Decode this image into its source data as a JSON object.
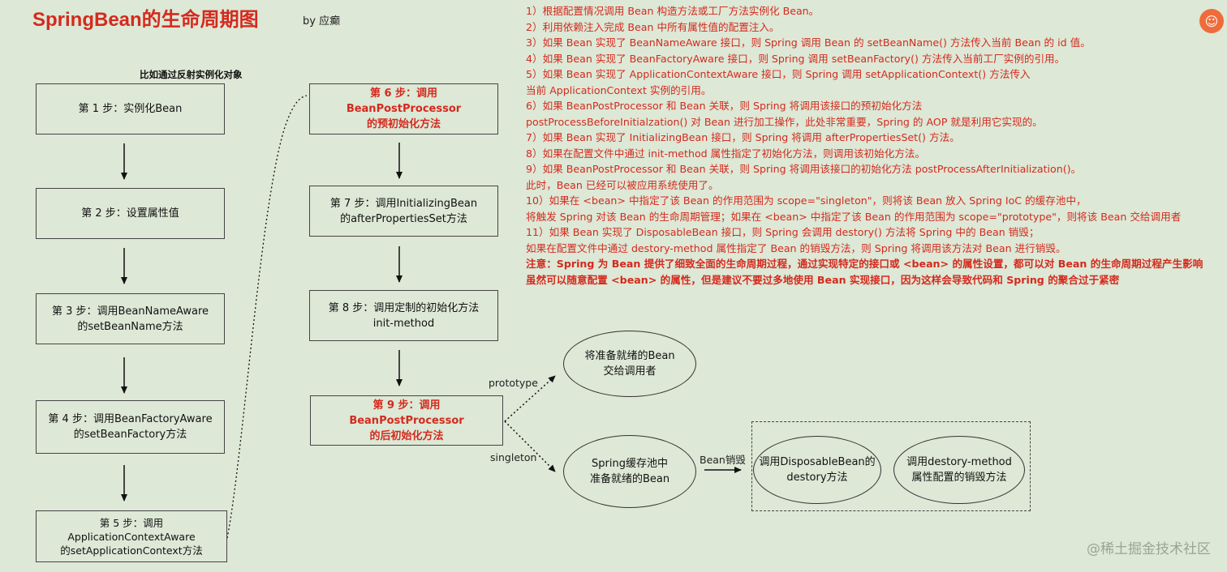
{
  "header": {
    "title": "SpringBean的生命周期图",
    "author": "by 应癫",
    "note": "比如通过反射实例化对象"
  },
  "boxes": {
    "step1": "第 1 步：实例化Bean",
    "step2": "第 2 步：设置属性值",
    "step3": "第 3 步：调用BeanNameAware\n的setBeanName方法",
    "step4": "第 4 步：调用BeanFactoryAware\n的setBeanFactory方法",
    "step5": "第 5 步：调用\nApplicationContextAware\n的setApplicationContext方法",
    "step6": "第 6 步：调用BeanPostProcessor\n的预初始化方法",
    "step7": "第 7 步：调用InitializingBean\n的afterPropertiesSet方法",
    "step8": "第 8 步：调用定制的初始化方法\ninit-method",
    "step9": "第 9 步：调用BeanPostProcessor\n的后初始化方法"
  },
  "ellipses": {
    "handover": "将准备就绪的Bean\n交给调用者",
    "cache": "Spring缓存池中\n准备就绪的Bean",
    "disposable": "调用DisposableBean的\ndestory方法",
    "destroy_method": "调用destory-method\n属性配置的销毁方法"
  },
  "edge_labels": {
    "prototype": "prototype",
    "singleton": "singleton",
    "destroy": "Bean销毁"
  },
  "steps": [
    "1）根据配置情况调用 Bean 构造方法或工厂方法实例化 Bean。",
    "2）利用依赖注入完成 Bean 中所有属性值的配置注入。",
    "3）如果 Bean 实现了 BeanNameAware 接口，则 Spring 调用 Bean 的 setBeanName() 方法传入当前 Bean 的 id 值。",
    "4）如果 Bean 实现了 BeanFactoryAware 接口，则 Spring 调用 setBeanFactory() 方法传入当前工厂实例的引用。",
    "5）如果 Bean 实现了 ApplicationContextAware 接口，则 Spring 调用 setApplicationContext() 方法传入",
    "      当前 ApplicationContext 实例的引用。",
    "6）如果 BeanPostProcessor 和 Bean 关联，则 Spring 将调用该接口的预初始化方法",
    "      postProcessBeforeInitialzation() 对 Bean 进行加工操作，此处非常重要，Spring 的 AOP 就是利用它实现的。",
    "7）如果 Bean 实现了 InitializingBean 接口，则 Spring 将调用 afterPropertiesSet() 方法。",
    "8）如果在配置文件中通过 init-method 属性指定了初始化方法，则调用该初始化方法。",
    "9）如果 BeanPostProcessor 和 Bean 关联，则 Spring 将调用该接口的初始化方法 postProcessAfterInitialization()。",
    "      此时，Bean 已经可以被应用系统使用了。",
    "10）如果在 <bean> 中指定了该 Bean 的作用范围为 scope=\"singleton\"，则将该 Bean 放入 Spring IoC 的缓存池中，",
    "      将触发 Spring 对该 Bean 的生命周期管理；如果在 <bean> 中指定了该 Bean 的作用范围为 scope=\"prototype\"，则将该 Bean 交给调用者",
    "11）如果 Bean 实现了 DisposableBean 接口，则 Spring 会调用 destory() 方法将 Spring 中的 Bean 销毁；",
    "      如果在配置文件中通过 destory-method 属性指定了 Bean 的销毁方法，则 Spring 将调用该方法对 Bean 进行销毁。"
  ],
  "notes": [
    "注意：Spring 为 Bean 提供了细致全面的生命周期过程，通过实现特定的接口或 <bean> 的属性设置，都可以对 Bean 的生命周期过程产生影响",
    "            虽然可以随意配置 <bean> 的属性，但是建议不要过多地使用 Bean 实现接口，因为这样会导致代码和 Spring 的聚合过于紧密"
  ],
  "watermark": "@稀土掘金技术社区",
  "colors": {
    "accent": "#d42a1e",
    "background": "#dde8d6"
  }
}
